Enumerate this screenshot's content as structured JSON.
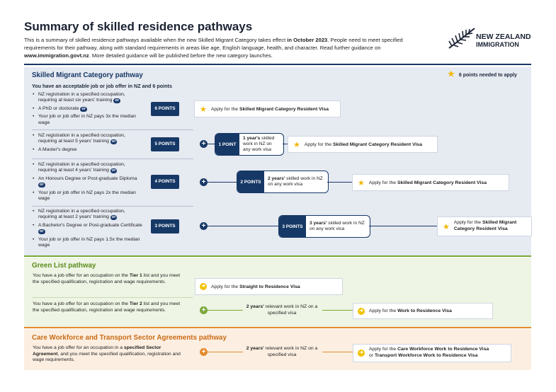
{
  "header": {
    "title": "Summary of skilled residence pathways",
    "intro_a": "This is a summary of skilled residence pathways available when the new Skilled Migrant Category takes effect ",
    "intro_b": "in October 2023",
    "intro_c": ". People need to meet specified requirements for their pathway, along with standard requirements in areas like age, English language, health, and character. Read further guidance on ",
    "intro_d": "www.immigration.govt.nz",
    "intro_e": ". More detailed guidance will be published before the new category launches.",
    "logo_line1": "NEW ZEALAND",
    "logo_line2": "IMMIGRATION"
  },
  "smc": {
    "title": "Skilled Migrant Category pathway",
    "points_needed": "6 points needed to apply",
    "subtitle": "You have an acceptable job or job offer in NZ and 6 points",
    "or_label": "or",
    "rows": [
      {
        "bullets": [
          "NZ registration in a specified occupation, requiring at least six years' training",
          "A PhD or doctorate",
          "Your job or job offer in NZ pays 3x the median wage"
        ],
        "points": "6 POINTS",
        "apply_pre": "Apply for the ",
        "apply_bold": "Skilled Migrant Category Resident Visa"
      },
      {
        "bullets": [
          "NZ registration in a specified occupation, requiring at least 5 years' training",
          "A Master's degree"
        ],
        "points": "5 POINTS",
        "pill_left": "1 POINT",
        "pill_bold": "1 year's",
        "pill_rest": " skilled work in NZ on any work visa",
        "apply_pre": "Apply for the ",
        "apply_bold": "Skilled Migrant Category Resident Visa"
      },
      {
        "bullets": [
          "NZ registration in a specified occupation, requiring at least 4 years' training",
          "An Honours Degree or Post-graduate Diploma",
          "Your job or job offer in NZ pays 2x the median wage"
        ],
        "points": "4 POINTS",
        "pill_left": "2 POINTS",
        "pill_bold": "2 years'",
        "pill_rest": " skilled work in NZ on any work visa",
        "apply_pre": "Apply for the ",
        "apply_bold": "Skilled Migrant Category Resident Visa"
      },
      {
        "bullets": [
          "NZ registration in a specified occupation, requiring at least 2 years' training",
          "A Bachelor's Degree or Post-graduate Certificate",
          "Your job or job offer in NZ pays 1.5x the median wage"
        ],
        "points": "3 POINTS",
        "pill_left": "3 POINTS",
        "pill_bold": "3 years'",
        "pill_rest": " skilled work in NZ on any work visa",
        "apply_pre": "Apply for the ",
        "apply_bold": "Skilled Migrant Category Resident Visa"
      }
    ]
  },
  "green": {
    "title": "Green List pathway",
    "row1_a": "You have a job offer for an occupation on the ",
    "row1_b": "Tier 1",
    "row1_c": " list and you meet the specified qualification, registration and wage requirements.",
    "row1_apply_pre": "Apply for the ",
    "row1_apply_bold": "Straight to Residence Visa",
    "row2_a": "You have a job offer for an occupation on the ",
    "row2_b": "Tier 2",
    "row2_c": " list and you meet the specified qualification, registration and wage requirements.",
    "row2_mid_bold": "2 years'",
    "row2_mid_rest": " relevant work in NZ on a specified visa",
    "row2_apply_pre": "Apply for the ",
    "row2_apply_bold": "Work to Residence Visa"
  },
  "care": {
    "title": "Care Workforce and Transport Sector Agreements pathway",
    "desc_a": "You have a job offer for an occupation in a ",
    "desc_b": "specified Sector Agreement",
    "desc_c": ", and you meet the specified qualification, registration and wage requirements.",
    "mid_bold": "2 years'",
    "mid_rest": " relevant work in NZ on a specified visa",
    "apply_pre": "Apply for the ",
    "apply_bold1": "Care Workforce Work to Residence Visa",
    "apply_or": "or ",
    "apply_bold2": "Transport Workforce Work to Residence Visa"
  },
  "colors": {
    "navy": "#163866",
    "green": "#7aa83a",
    "orange": "#e48a2c",
    "gold": "#f2b705"
  }
}
